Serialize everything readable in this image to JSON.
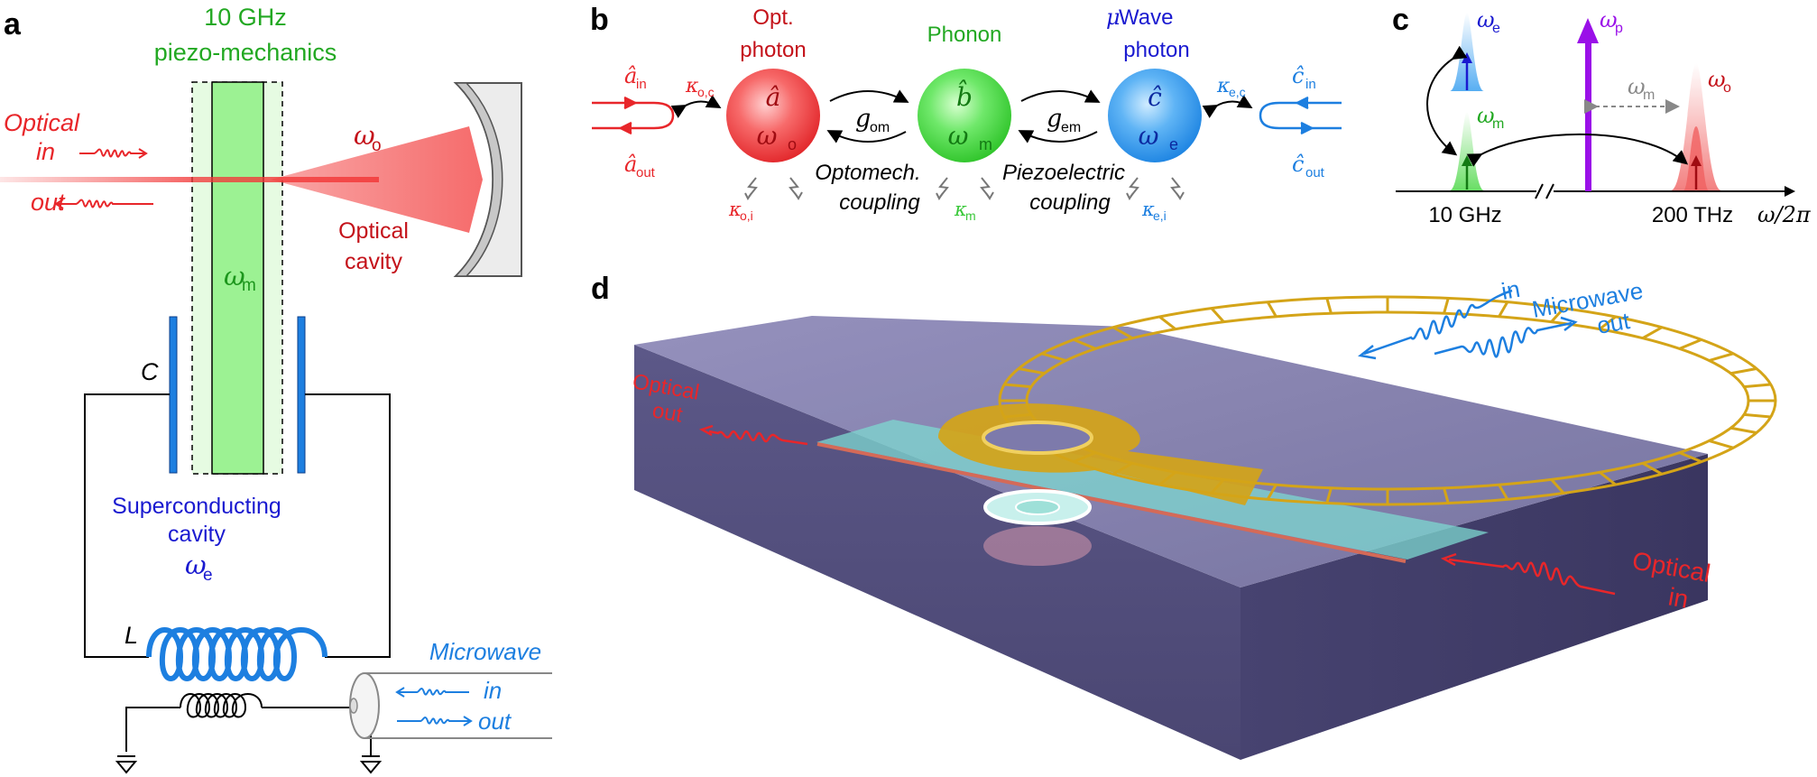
{
  "panel_labels": {
    "a": "a",
    "b": "b",
    "c": "c",
    "d": "d"
  },
  "colors": {
    "optical": "#e8262a",
    "optical_dark": "#c4121a",
    "phonon": "#22a822",
    "microwave": "#1a1ad0",
    "microwave_light": "#1d7fe0",
    "pump": "#9a10e8",
    "gold": "#d4a418",
    "substrate": "#5a5680"
  },
  "panel_a": {
    "piezo_title_1": "10 GHz",
    "piezo_title_2": "piezo-mechanics",
    "optical_in": "Optical",
    "in": "in",
    "out": "out",
    "omega_o": "ω",
    "omega_o_sub": "o",
    "optical_cavity_1": "Optical",
    "optical_cavity_2": "cavity",
    "omega_m": "ω",
    "omega_m_sub": "m",
    "capacitor": "C",
    "sc_cavity_1": "Superconducting",
    "sc_cavity_2": "cavity",
    "omega_e": "ω",
    "omega_e_sub": "e",
    "inductor": "L",
    "microwave": "Microwave",
    "mw_in": "in",
    "mw_out": "out"
  },
  "panel_b": {
    "opt_photon_1": "Opt.",
    "opt_photon_2": "photon",
    "phonon": "Phonon",
    "uwave_mu": "μ",
    "uwave_1": "Wave",
    "uwave_2": "photon",
    "a_hat": "â",
    "b_hat": "b̂",
    "c_hat": "ĉ",
    "omega": "ω",
    "sub_o": "o",
    "sub_m": "m",
    "sub_e": "e",
    "a_in": "â",
    "a_in_sub": "in",
    "a_out": "â",
    "a_out_sub": "out",
    "c_in": "ĉ",
    "c_in_sub": "in",
    "c_out": "ĉ",
    "c_out_sub": "out",
    "kappa": "κ",
    "kappa_oc_sub": "o,c",
    "kappa_oi_sub": "o,i",
    "kappa_m_sub": "m",
    "kappa_ec_sub": "e,c",
    "kappa_ei_sub": "e,i",
    "g": "g",
    "g_om_sub": "om",
    "g_em_sub": "em",
    "optomech_1": "Optomech.",
    "optomech_2": "coupling",
    "piezo_1": "Piezoelectric",
    "piezo_2": "coupling"
  },
  "panel_c": {
    "omega": "ω",
    "sub_e": "e",
    "sub_m": "m",
    "sub_p": "p",
    "sub_o": "o",
    "tick_left": "10 GHz",
    "tick_right": "200 THz",
    "axis_label": "ω/2π"
  },
  "panel_d": {
    "optical_out_1": "Optical",
    "optical_out_2": "out",
    "optical_in_1": "Optical",
    "optical_in_2": "in",
    "mw_in": "in",
    "mw_1": "Microwave",
    "mw_2": "out"
  }
}
